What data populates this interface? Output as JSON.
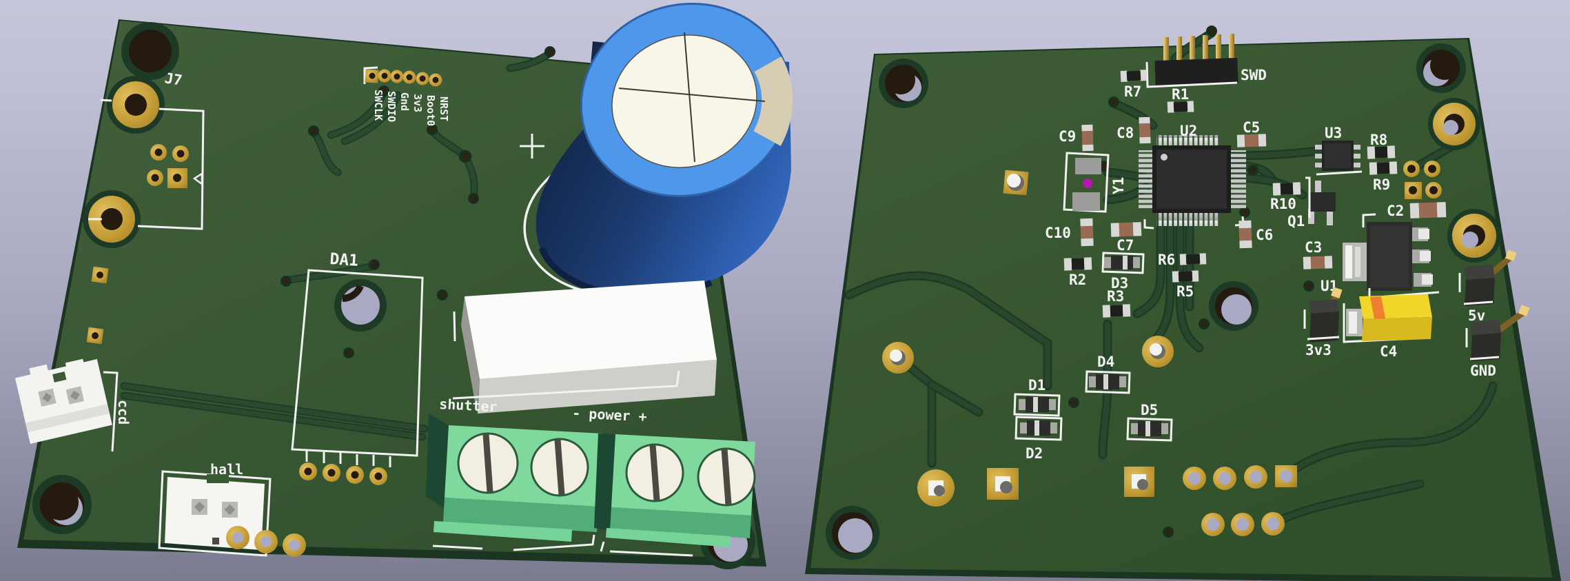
{
  "left_board": {
    "labels": {
      "j7": "J7",
      "da1": "DA1",
      "shutter": "shutter",
      "power": "- power +",
      "hall": "hall",
      "ccd": "ccd",
      "header_pins": [
        "SWCLK",
        "SWDIO",
        "Gnd",
        "3v3",
        "Boot0",
        "NRST"
      ]
    }
  },
  "right_board": {
    "labels": {
      "swd": "SWD",
      "u1": "U1",
      "u2": "U2",
      "u3": "U3",
      "q1": "Q1",
      "y1": "Y1",
      "r1": "R1",
      "r2": "R2",
      "r3": "R3",
      "r5": "R5",
      "r6": "R6",
      "r7": "R7",
      "r8": "R8",
      "r9": "R9",
      "r10": "R10",
      "c2": "C2",
      "c3": "C3",
      "c4": "C4",
      "c5": "C5",
      "c6": "C6",
      "c7": "C7",
      "c8": "C8",
      "c9": "C9",
      "c10": "C10",
      "d1": "D1",
      "d2": "D2",
      "d3": "D3",
      "d4": "D4",
      "d5": "D5",
      "v5": "5v",
      "v33": "3v3",
      "gnd": "GND"
    }
  },
  "colors": {
    "background_top": "#c7c7dc",
    "background_bottom": "#7e7e93",
    "board_green": "#3d5c36",
    "board_edge": "#1c3522",
    "silkscreen": "#f2f2f2",
    "pad_gold": "#c29b35",
    "capacitor_blue": "#4f97ea",
    "capacitor_body": "#1b3a6e",
    "terminal_green": "#7fd89c",
    "tantalum_yellow": "#f2d72a",
    "crystal_dot": "#b517b0"
  }
}
